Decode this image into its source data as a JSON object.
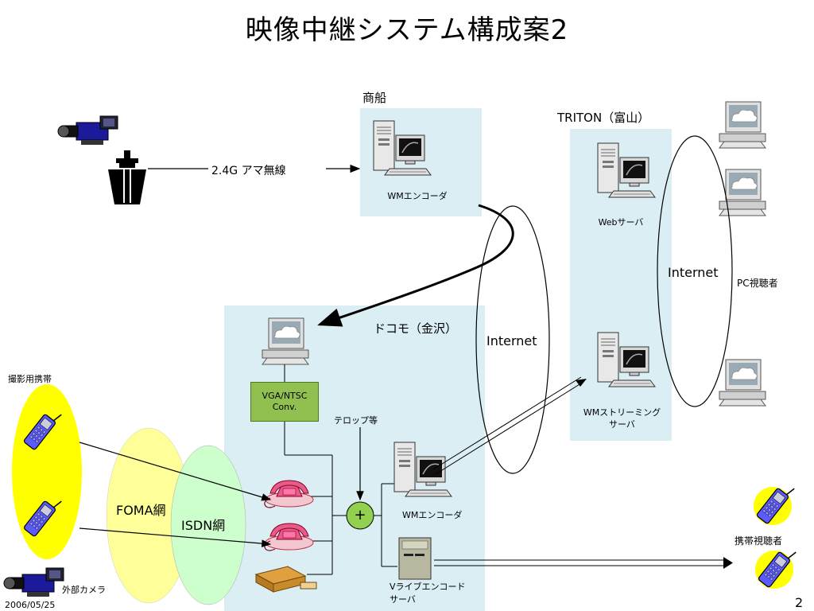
{
  "title": "映像中継システム構成案2",
  "labels": {
    "ship": "商船",
    "wireless": "2.4G アマ無線",
    "wm_encoder_ship": "WMエンコーダ",
    "triton": "TRITON（富山）",
    "web_server": "Webサーバ",
    "internet_right": "Internet",
    "pc_viewer": "PC視聴者",
    "docomo": "ドコモ（金沢）",
    "internet_mid": "Internet",
    "vga_box_line1": "VGA/NTSC",
    "vga_box_line2": "Conv.",
    "telop": "テロップ等",
    "wm_streaming_line1": "WMストリーミング",
    "wm_streaming_line2": "サーバ",
    "wm_encoder_docomo": "WMエンコーダ",
    "vlive_line1": "Vライブエンコード",
    "vlive_line2": "サーバ",
    "mobile_camera": "撮影用携帯",
    "foma": "FOMA網",
    "isdn": "ISDN網",
    "ext_camera": "外部カメラ",
    "mobile_viewer": "携帯視聴者",
    "plus": "+"
  },
  "footer": {
    "date": "2006/05/25",
    "page": "2"
  },
  "colors": {
    "panel": "#daeef3",
    "converter_box": "#92c050",
    "mobile_ellipse": "#ffff00",
    "foma_ellipse": "#ffff99",
    "isdn_ellipse": "#ccffcc",
    "plus_circle": "#92d050"
  }
}
